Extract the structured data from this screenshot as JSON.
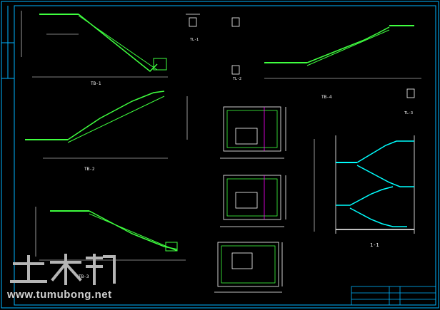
{
  "drawing": {
    "views": {
      "tb1": "TB-1",
      "tb2": "TB-2",
      "tb3": "TB-3",
      "tb4": "TB-4",
      "tl1": "TL-1",
      "tl2": "TL-2",
      "tl3": "TL-3",
      "section": "1-1"
    },
    "colors": {
      "stair_line": "#3fff3f",
      "dimension_line": "#ffffff",
      "frame": "#00b4ff",
      "concrete": "#00ffff",
      "label": "#ffff00",
      "accent": "#ff00ff",
      "rebar": "#ff5555"
    }
  },
  "watermark": {
    "logo_glyphs": "土木帮",
    "url": "www.tumubong.net"
  }
}
